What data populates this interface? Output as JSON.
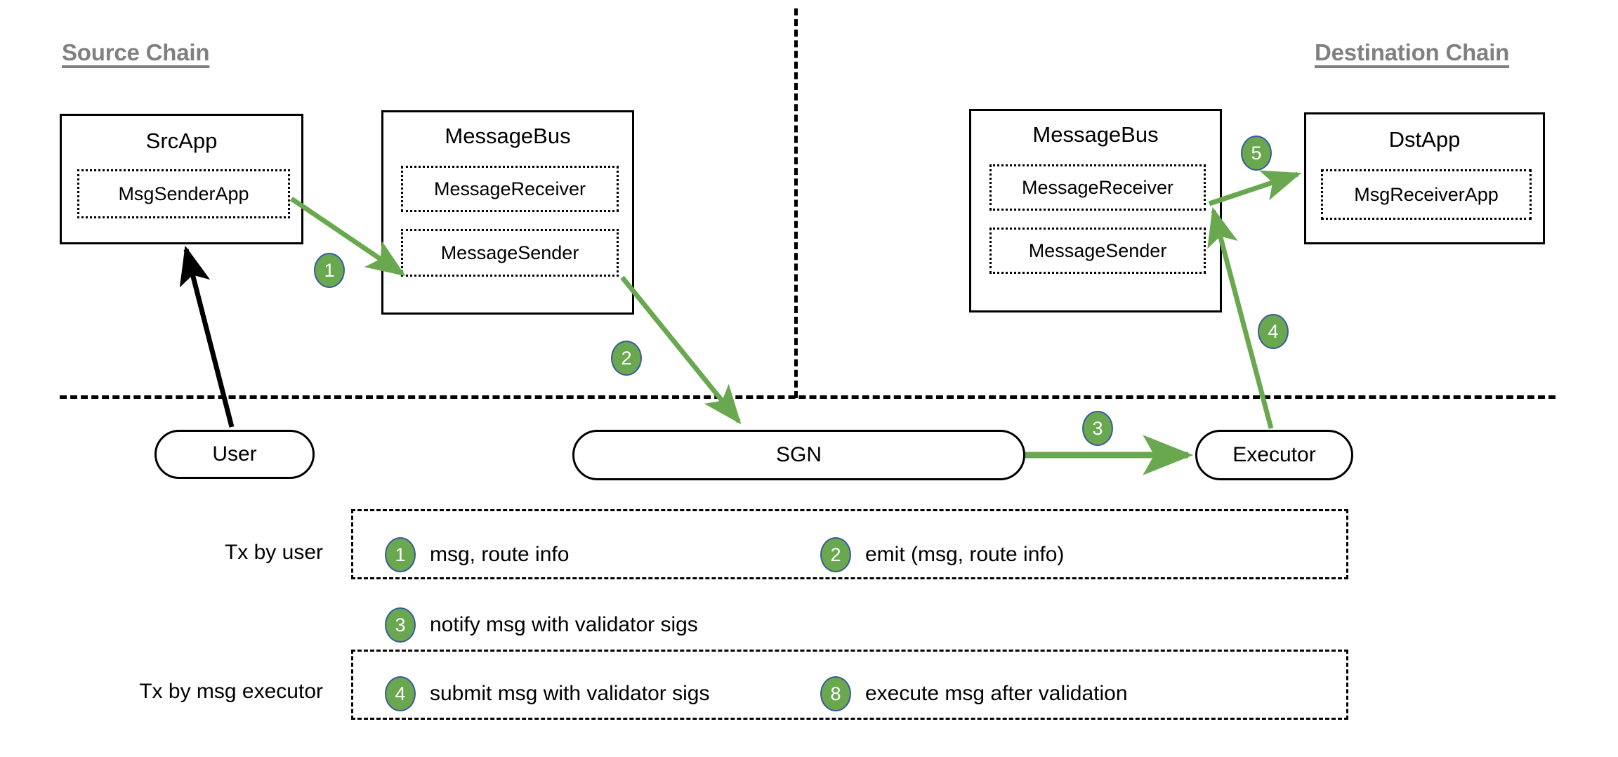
{
  "titles": {
    "source_chain": "Source Chain",
    "destination_chain": "Destination Chain"
  },
  "source_chain": {
    "src_app": {
      "title": "SrcApp",
      "components": [
        {
          "label": "MsgSenderApp"
        }
      ]
    },
    "message_bus": {
      "title": "MessageBus",
      "components": [
        {
          "label": "MessageReceiver"
        },
        {
          "label": "MessageSender"
        }
      ]
    }
  },
  "destination_chain": {
    "message_bus": {
      "title": "MessageBus",
      "components": [
        {
          "label": "MessageReceiver"
        },
        {
          "label": "MessageSender"
        }
      ]
    },
    "dst_app": {
      "title": "DstApp",
      "components": [
        {
          "label": "MsgReceiverApp"
        }
      ]
    }
  },
  "offchain": {
    "user": "User",
    "sgn": "SGN",
    "executor": "Executor"
  },
  "flow_badges": [
    {
      "id": "badge-1",
      "number": "1"
    },
    {
      "id": "badge-2",
      "number": "2"
    },
    {
      "id": "badge-3",
      "number": "3"
    },
    {
      "id": "badge-4",
      "number": "4"
    },
    {
      "id": "badge-5",
      "number": "5"
    }
  ],
  "legend": {
    "group_user_label": "Tx by user",
    "group_executor_label": "Tx by msg executor",
    "items": [
      {
        "number": "1",
        "text": "msg, route info"
      },
      {
        "number": "2",
        "text": "emit (msg, route info)"
      },
      {
        "number": "3",
        "text": "notify msg with validator sigs"
      },
      {
        "number": "4",
        "text": "submit msg with validator sigs"
      },
      {
        "number": "8",
        "text": "execute msg after validation"
      }
    ]
  },
  "colors": {
    "badge_fill": "#6aa84f",
    "badge_border": "#3c5a9e",
    "arrow_green": "#6aa84f",
    "arrow_black": "#000000",
    "title_gray": "#808080"
  }
}
